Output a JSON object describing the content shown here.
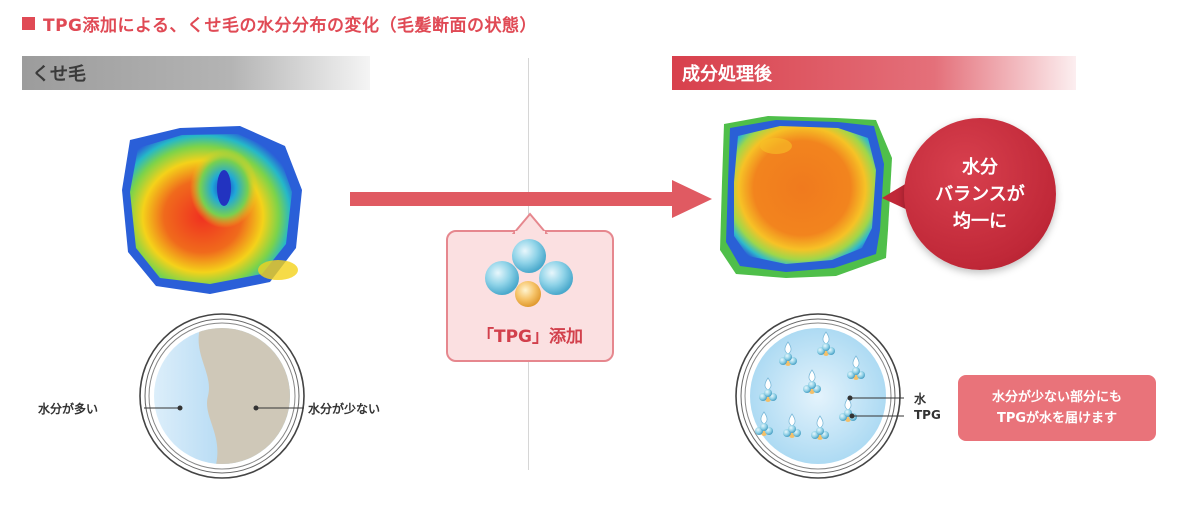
{
  "title": "TPG添加による、くせ毛の水分分布の変化（毛髪断面の状態）",
  "left_heading": "くせ毛",
  "right_heading": "成分処理後",
  "tpg_label": "「TPG」添加",
  "bubble_lines": [
    "水分",
    "バランスが",
    "均一に"
  ],
  "left_labels": {
    "wet": "水分が多い",
    "dry": "水分が少ない"
  },
  "right_labels": {
    "water": "水",
    "tpg": "TPG"
  },
  "note_lines": [
    "水分が少ない部分にも",
    "TPGが水を届けます"
  ],
  "colors": {
    "accent_red": "#e04a55",
    "bubble_red": "#c02838",
    "note_pink": "#e9737a",
    "water_blue": "#8ec9ee",
    "dry_beige": "#cfc8b8"
  }
}
